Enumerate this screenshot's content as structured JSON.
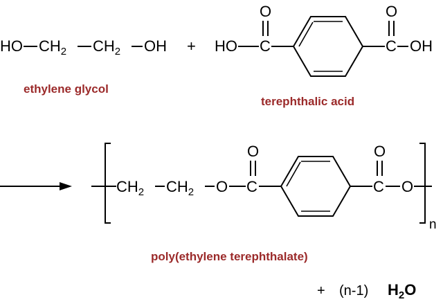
{
  "reactants": {
    "glycol": {
      "formula": {
        "ho": "HO",
        "ch2_a": "CH",
        "ch2_b": "CH",
        "oh": "OH",
        "sub2": "2"
      },
      "name": "ethylene glycol"
    },
    "plus": "+",
    "acid": {
      "formula": {
        "ho": "HO",
        "c_left": "C",
        "c_right": "C",
        "oh": "OH",
        "o": "O"
      },
      "name": "terephthalic acid"
    }
  },
  "product": {
    "formula": {
      "ch2_a": "CH",
      "ch2_b": "CH",
      "sub2": "2",
      "o_link": "O",
      "c_left": "C",
      "c_right": "C",
      "o_end": "O",
      "o": "O",
      "n": "n"
    },
    "name": "poly(ethylene terephthalate)"
  },
  "byproduct": {
    "plus": "+",
    "coef": "(n-1)",
    "h": "H",
    "two": "2",
    "o": "O"
  },
  "colors": {
    "name_text": "#9b2a2a",
    "bonds": "#000000"
  }
}
